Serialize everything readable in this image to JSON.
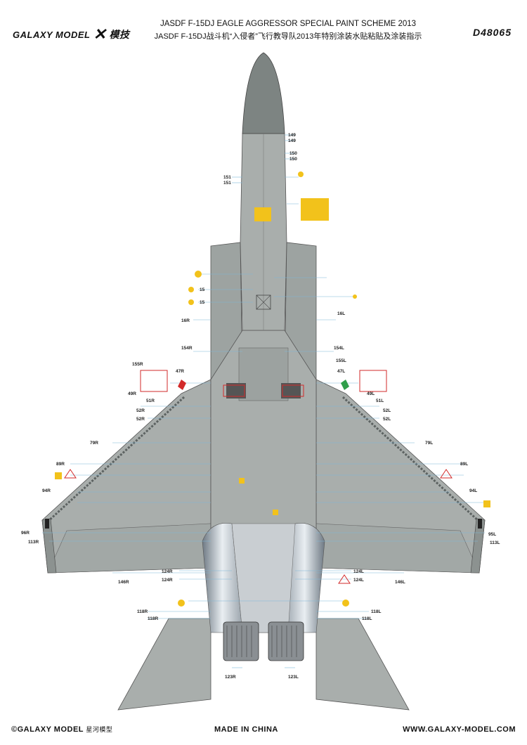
{
  "header": {
    "brand": "GALAXY MODEL",
    "brand_cn": "模技",
    "title_en": "JASDF F-15DJ EAGLE AGGRESSOR SPECIAL PAINT SCHEME 2013",
    "title_cn": "JASDF F-15DJ战斗机“入侵者”飞行教导队2013年特别涂装水贴粘贴及涂装指示",
    "code": "D48065"
  },
  "footer": {
    "copyright": "©GALAXY MODEL",
    "copyright_cn": "星河模型",
    "made_in": "MADE IN CHINA",
    "website": "WWW.GALAXY-MODEL.COM"
  },
  "labels": {
    "l149a": "149",
    "l149b": "149",
    "l150a": "150",
    "l150b": "150",
    "l151a": "151",
    "l151b": "151",
    "l154r": "154R",
    "l154l": "154L",
    "l155r": "155R",
    "l155l": "155L",
    "l47r": "47R",
    "l47l": "47L",
    "l49r": "49R",
    "l49l": "49L",
    "l51r": "51R",
    "l51l": "51L",
    "l52r1": "52R",
    "l52r2": "52R",
    "l52l1": "52L",
    "l52l2": "52L",
    "l79r": "79R",
    "l79l": "79L",
    "l89r": "89R",
    "l89l": "89L",
    "l94r": "94R",
    "l94l": "94L",
    "l96r": "96R",
    "l95l": "95L",
    "l113r": "113R",
    "l113l": "113L",
    "l124r1": "124R",
    "l124r2": "124R",
    "l124l1": "124L",
    "l124l2": "124L",
    "l146r": "146R",
    "l146l": "146L",
    "l118r1": "118R",
    "l118r2": "118R",
    "l118l1": "118L",
    "l118l2": "118L",
    "l123r": "123R",
    "l123l": "123L",
    "l15a": "15",
    "l15b": "15",
    "l16r": "16R",
    "l16l": "16L"
  },
  "colors": {
    "airframe": "#a9aeac",
    "airframe_dark": "#8f9594",
    "nose": "#7d8482",
    "leader": "#7fb8d8",
    "decal_yellow": "#f2c21b",
    "decal_red": "#d22a2a",
    "text": "#111111"
  }
}
